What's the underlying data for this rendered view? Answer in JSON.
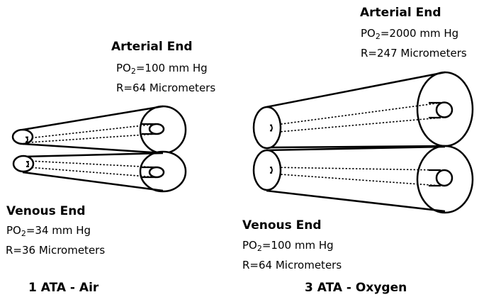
{
  "panels": {
    "air": {
      "arterial": {
        "heading": "Arterial End",
        "po2_prefix": "PO",
        "po2_sub": "2",
        "po2_value": "=100 mm Hg",
        "radius": "R=64 Micrometers"
      },
      "venous": {
        "heading": "Venous End",
        "po2_prefix": "PO",
        "po2_sub": "2",
        "po2_value": "=34 mm Hg",
        "radius": "R=36 Micrometers"
      },
      "caption": "1 ATA - Air"
    },
    "oxygen": {
      "arterial": {
        "heading": "Arterial End",
        "po2_prefix": "PO",
        "po2_sub": "2",
        "po2_value": "=2000 mm Hg",
        "radius": "R=247 Micrometers"
      },
      "venous": {
        "heading": "Venous End",
        "po2_prefix": "PO",
        "po2_sub": "2",
        "po2_value": "=100 mm Hg",
        "radius": "R=64 Micrometers"
      },
      "caption": "3 ATA - Oxygen"
    }
  }
}
